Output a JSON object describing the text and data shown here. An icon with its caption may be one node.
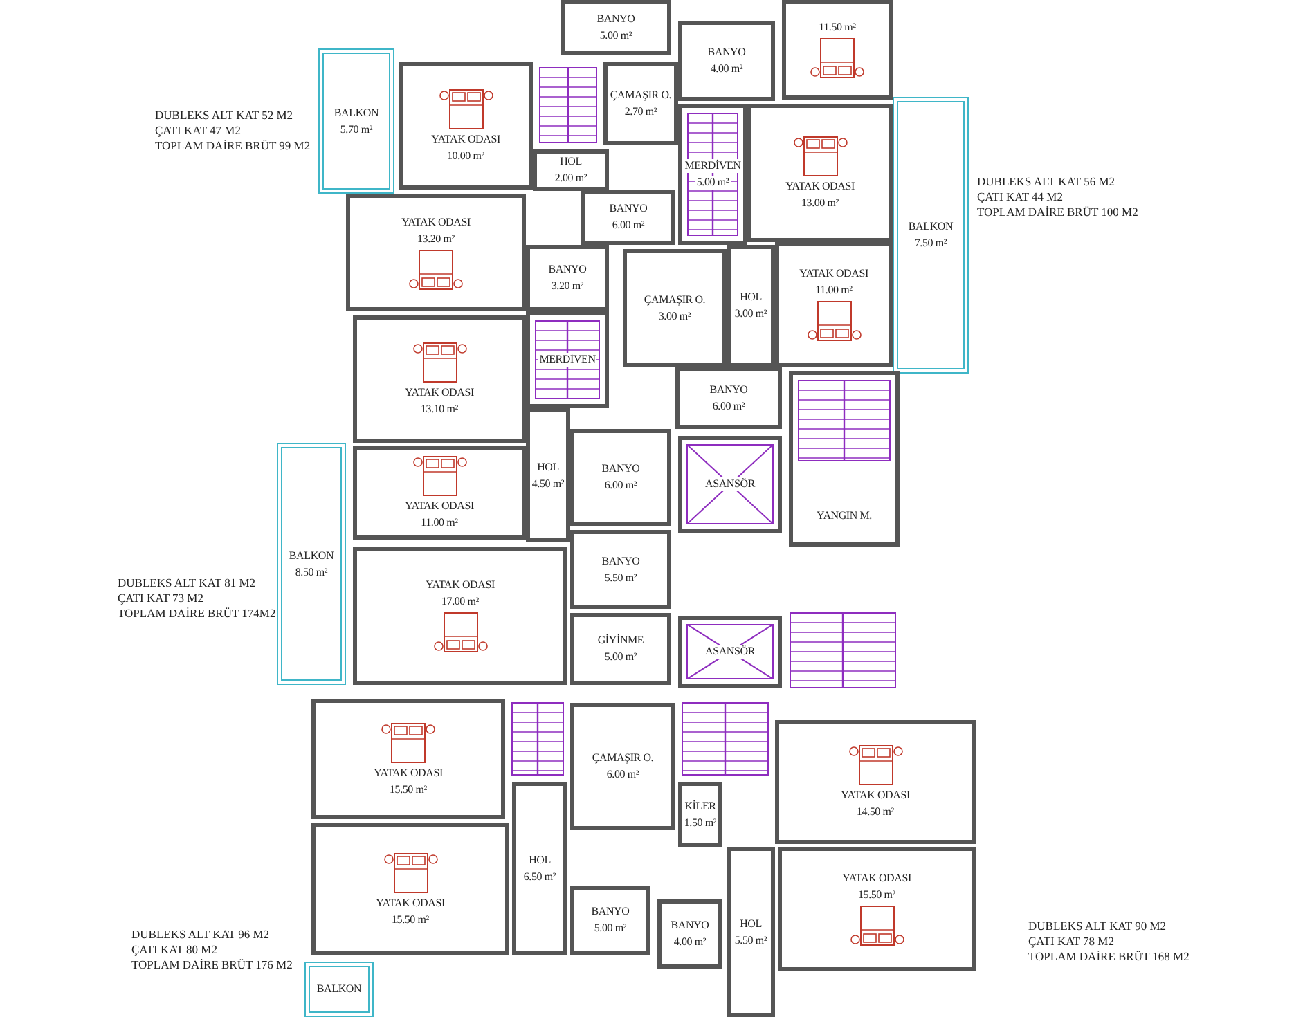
{
  "diagram": {
    "nodes": [
      {
        "text": [
          "BANYO",
          "5.00 m²"
        ]
      },
      {
        "text": [
          "11.50 m²"
        ]
      },
      {
        "text": [
          "BANYO",
          "4.00 m²"
        ]
      },
      {
        "text": [
          "BALKON",
          "5.70 m²"
        ]
      },
      {
        "text": [
          "YATAK ODASI",
          "10.00 m²"
        ]
      },
      {
        "text": [
          "ÇAMAŞIR O.",
          "2.70 m²"
        ]
      },
      {
        "text": [
          "HOL",
          "2.00 m²"
        ]
      },
      {
        "text": [
          "MERDİVEN",
          "5.00 m²"
        ]
      },
      {
        "text": [
          "YATAK ODASI",
          "13.00 m²"
        ]
      },
      {
        "text": [
          "BALKON",
          "7.50 m²"
        ]
      },
      {
        "text": [
          "BANYO",
          "6.00 m²"
        ]
      },
      {
        "text": [
          "YATAK ODASI",
          "13.20 m²"
        ]
      },
      {
        "text": [
          "BANYO",
          "3.20 m²"
        ]
      },
      {
        "text": [
          "HOL",
          "3.00 m²"
        ]
      },
      {
        "text": [
          "YATAK ODASI",
          "11.00 m²"
        ]
      },
      {
        "text": [
          "ÇAMAŞIR O.",
          "3.00 m²"
        ]
      },
      {
        "text": [
          "MERDİVEN"
        ]
      },
      {
        "text": [
          "YATAK ODASI",
          "13.10 m²"
        ]
      },
      {
        "text": [
          "BANYO",
          "6.00 m²"
        ]
      },
      {
        "text": [
          "HOL",
          "4.50 m²"
        ]
      },
      {
        "text": [
          "BANYO",
          "6.00 m²"
        ]
      },
      {
        "text": [
          "YATAK ODASI",
          "11.00 m²"
        ]
      },
      {
        "text": [
          "ASANSÖR"
        ]
      },
      {
        "text": [
          "YANGIN M."
        ]
      },
      {
        "text": [
          "BALKON",
          "8.50 m²"
        ]
      },
      {
        "text": [
          "BANYO",
          "5.50 m²"
        ]
      },
      {
        "text": [
          "YATAK ODASI",
          "17.00 m²"
        ]
      },
      {
        "text": [
          "GİYİNME",
          "5.00 m²"
        ]
      },
      {
        "text": [
          "ASANSÖR"
        ]
      },
      {
        "text": [
          "YATAK ODASI",
          "15.50 m²"
        ]
      },
      {
        "text": [
          "ÇAMAŞIR O.",
          "6.00 m²"
        ]
      },
      {
        "text": [
          "KİLER",
          "1.50 m²"
        ]
      },
      {
        "text": [
          "YATAK ODASI",
          "14.50 m²"
        ]
      },
      {
        "text": [
          "YATAK ODASI",
          "15.50 m²"
        ]
      },
      {
        "text": [
          "HOL",
          "6.50 m²"
        ]
      },
      {
        "text": [
          "BANYO",
          "5.00 m²"
        ]
      },
      {
        "text": [
          "HOL",
          "5.50 m²"
        ]
      },
      {
        "text": [
          "YATAK ODASI",
          "15.50 m²"
        ]
      },
      {
        "text": [
          "BANYO",
          "4.00 m²"
        ]
      },
      {
        "text": [
          "BALKON"
        ]
      }
    ],
    "labels": [
      "DUBLEKS ALT KAT 52 M2",
      "ÇATI KAT 47 M2",
      "TOPLAM DAİRE BRÜT 99 M2",
      "DUBLEKS ALT KAT 56 M2",
      "ÇATI KAT 44 M2",
      "TOPLAM DAİRE BRÜT 100 M2",
      "DUBLEKS ALT KAT 81 M2",
      "ÇATI KAT 73 M2",
      "TOPLAM DAİRE BRÜT 174M2",
      "DUBLEKS ALT KAT 96 M2",
      "ÇATI KAT 80 M2",
      "TOPLAM DAİRE BRÜT 176 M2",
      "DUBLEKS ALT KAT 90 M2",
      "ÇATI KAT 78 M2",
      "TOPLAM DAİRE BRÜT 168 M2"
    ]
  }
}
